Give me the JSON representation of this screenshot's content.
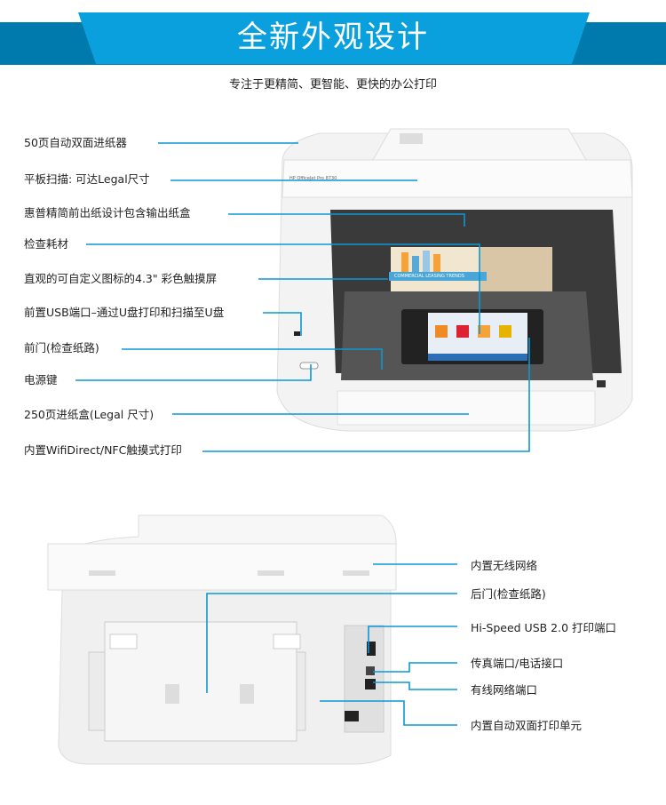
{
  "header": {
    "title": "全新外观设计",
    "subtitle": "专注于更精简、更智能、更快的办公打印"
  },
  "front_callouts": [
    "50页自动双面进纸器",
    "平板扫描: 可达Legal尺寸",
    "惠普精简前出纸设计包含输出纸盒",
    "检查耗材",
    "直观的可自定义图标的4.3\" 彩色触摸屏",
    "前置USB端口–通过U盘打印和扫描至U盘",
    "前门(检查纸路)",
    "电源键",
    "250页进纸盒(Legal 尺寸)",
    "内置WifiDirect/NFC触摸式打印"
  ],
  "rear_callouts": [
    "内置无线网络",
    "后门(检查纸路)",
    "Hi-Speed USB 2.0 打印端口",
    "传真端口/电话接口",
    "有线网络端口",
    "内置自动双面打印单元"
  ],
  "printer": {
    "model_text": "HP OfficeJet Pro 8730",
    "screen_banner": "COMMERCIAL LEASING TRENDS"
  },
  "colors": {
    "accent": "#0aa0dd",
    "band": "#0079ad",
    "line": "#0a97d6"
  }
}
